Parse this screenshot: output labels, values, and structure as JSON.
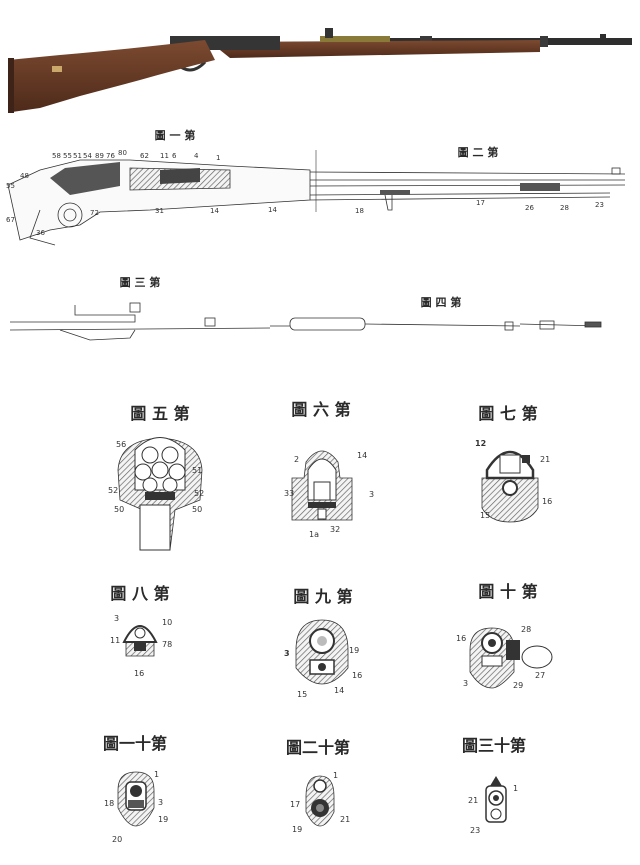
{
  "figures": {
    "fig1": {
      "title": "圖 一 第"
    },
    "fig2": {
      "title": "圖 二 第"
    },
    "fig3": {
      "title": "圖 三 第"
    },
    "fig4": {
      "title": "圖 四 第"
    },
    "fig5": {
      "title": "圖 五 第",
      "labels": [
        "56",
        "51",
        "52",
        "52",
        "50",
        "50"
      ]
    },
    "fig6": {
      "title": "圖 六 第",
      "labels": [
        "14",
        "2",
        "33",
        "3",
        "32",
        "1a"
      ]
    },
    "fig7": {
      "title": "圖 七 第",
      "labels": [
        "12",
        "21",
        "16",
        "15"
      ]
    },
    "fig8": {
      "title": "圖 八 第",
      "labels": [
        "3",
        "10",
        "11",
        "78",
        "16"
      ]
    },
    "fig9": {
      "title": "圖 九 第",
      "labels": [
        "3",
        "19",
        "16",
        "15",
        "14"
      ]
    },
    "fig10": {
      "title": "圖 十 第",
      "labels": [
        "28",
        "16",
        "27",
        "3",
        "29"
      ]
    },
    "fig11": {
      "title": "圖一十第",
      "labels": [
        "1",
        "18",
        "3",
        "19",
        "20"
      ]
    },
    "fig12": {
      "title": "圖二十第",
      "labels": [
        "1",
        "17",
        "19",
        "21"
      ]
    },
    "fig13": {
      "title": "圖三十第",
      "labels": [
        "1",
        "21",
        "23"
      ]
    }
  },
  "colors": {
    "stock": "#6b3b26",
    "metal": "#3a3a3a",
    "hatch": "#555555"
  }
}
